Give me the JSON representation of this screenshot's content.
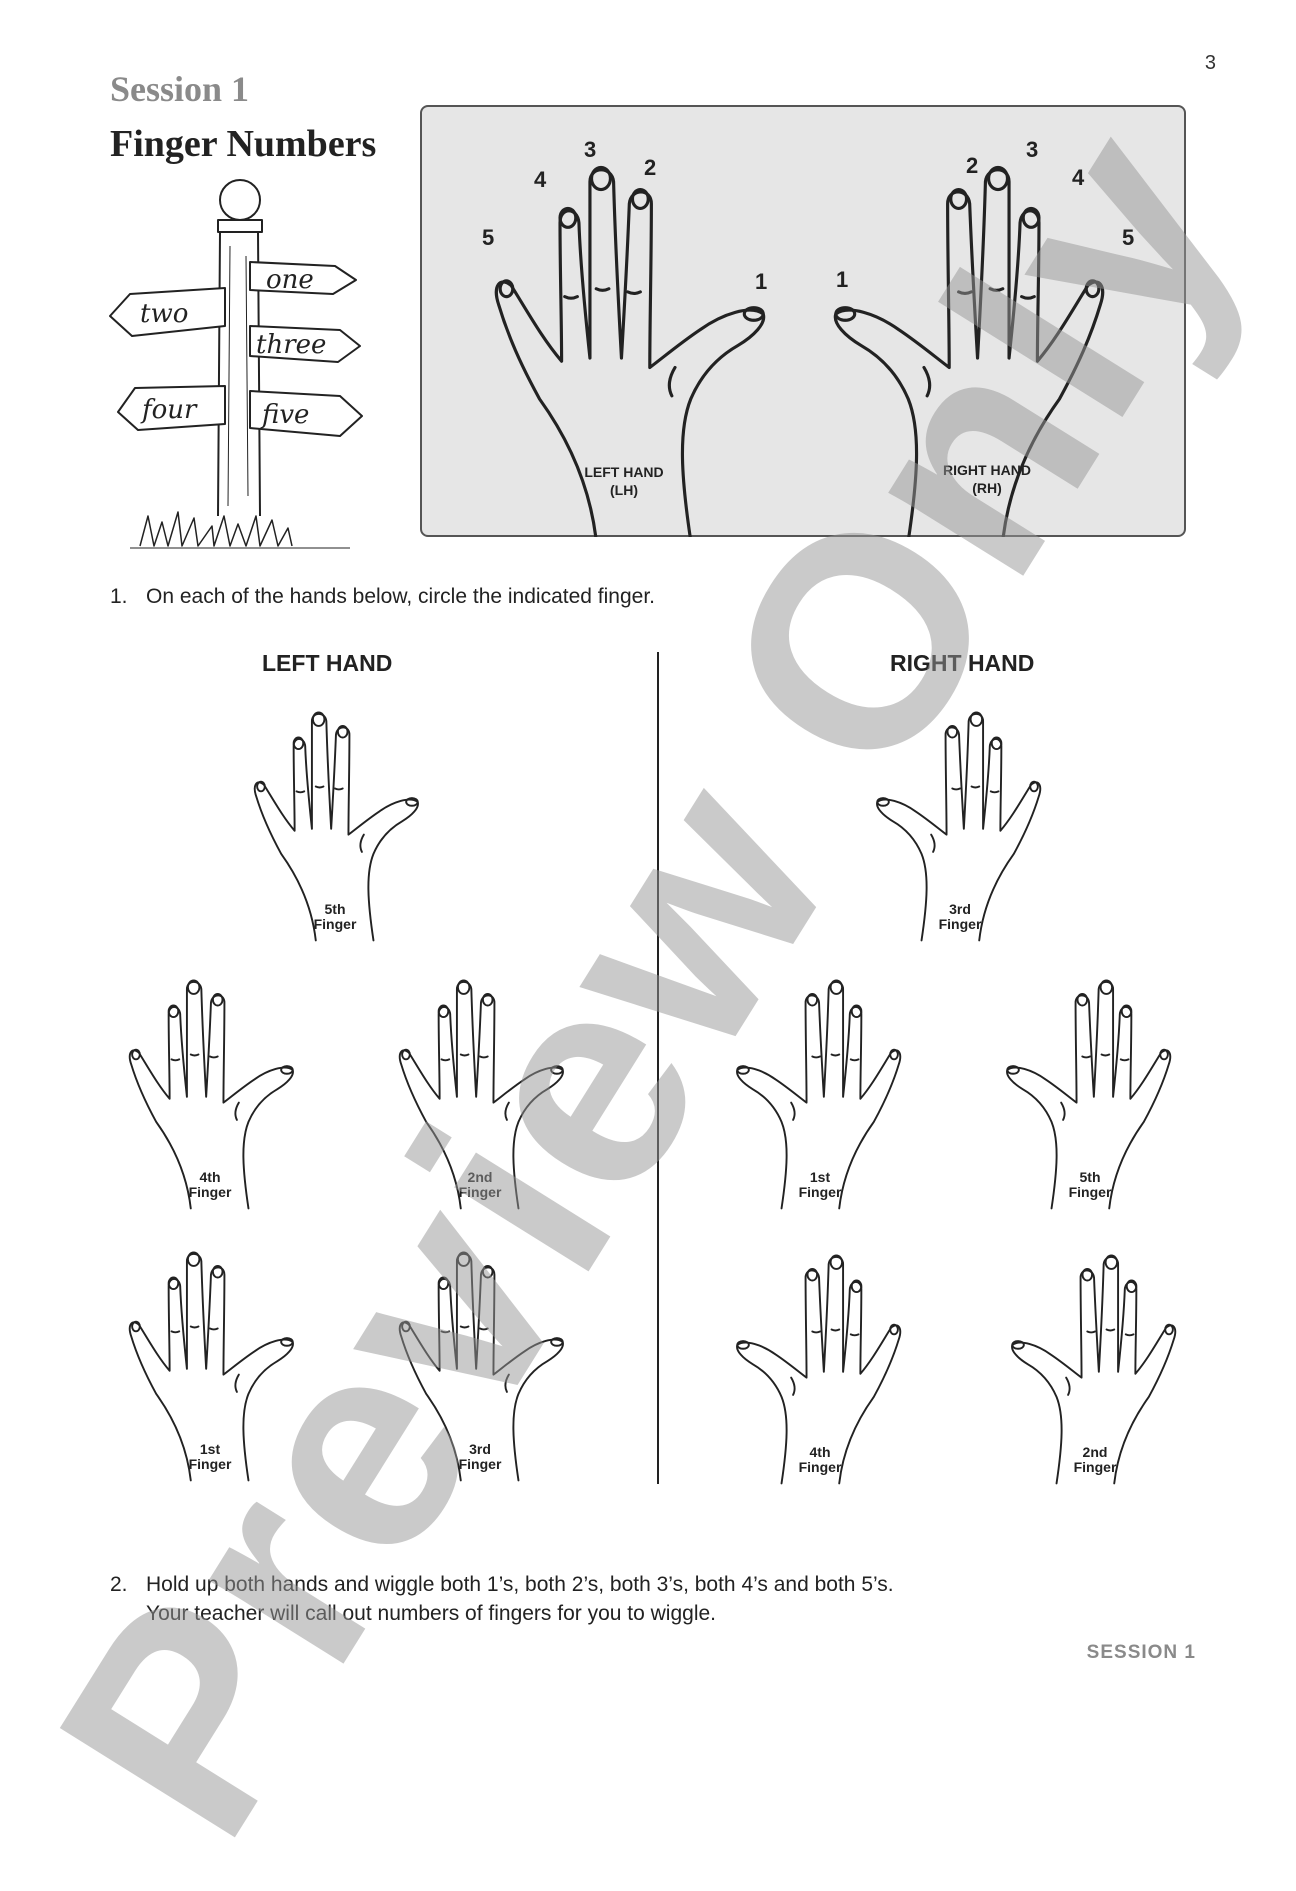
{
  "page": {
    "number": "3",
    "session_title": "Session 1",
    "title": "Finger Numbers",
    "footer": "SESSION 1",
    "watermark": "Preview Only"
  },
  "signpost": {
    "signs": [
      "one",
      "two",
      "three",
      "four",
      "five"
    ]
  },
  "reference": {
    "left_hand": {
      "label_line1": "LEFT HAND",
      "label_line2": "(LH)",
      "finger_numbers": [
        "1",
        "2",
        "3",
        "4",
        "5"
      ]
    },
    "right_hand": {
      "label_line1": "RIGHT HAND",
      "label_line2": "(RH)",
      "finger_numbers": [
        "1",
        "2",
        "3",
        "4",
        "5"
      ]
    }
  },
  "question1": {
    "number": "1.",
    "text": "On each of the hands below, circle the indicated finger."
  },
  "left_column": {
    "heading": "LEFT HAND",
    "hands": [
      {
        "ordinal": "5th",
        "word": "Finger"
      },
      {
        "ordinal": "4th",
        "word": "Finger"
      },
      {
        "ordinal": "2nd",
        "word": "Finger"
      },
      {
        "ordinal": "1st",
        "word": "Finger"
      },
      {
        "ordinal": "3rd",
        "word": "Finger"
      }
    ]
  },
  "right_column": {
    "heading": "RIGHT HAND",
    "hands": [
      {
        "ordinal": "3rd",
        "word": "Finger"
      },
      {
        "ordinal": "1st",
        "word": "Finger"
      },
      {
        "ordinal": "5th",
        "word": "Finger"
      },
      {
        "ordinal": "4th",
        "word": "Finger"
      },
      {
        "ordinal": "2nd",
        "word": "Finger"
      }
    ]
  },
  "question2": {
    "number": "2.",
    "line1": "Hold up both hands and wiggle both 1’s, both 2’s, both 3’s, both 4’s and both 5’s.",
    "line2": "Your teacher will call out numbers of fingers for you to wiggle."
  }
}
